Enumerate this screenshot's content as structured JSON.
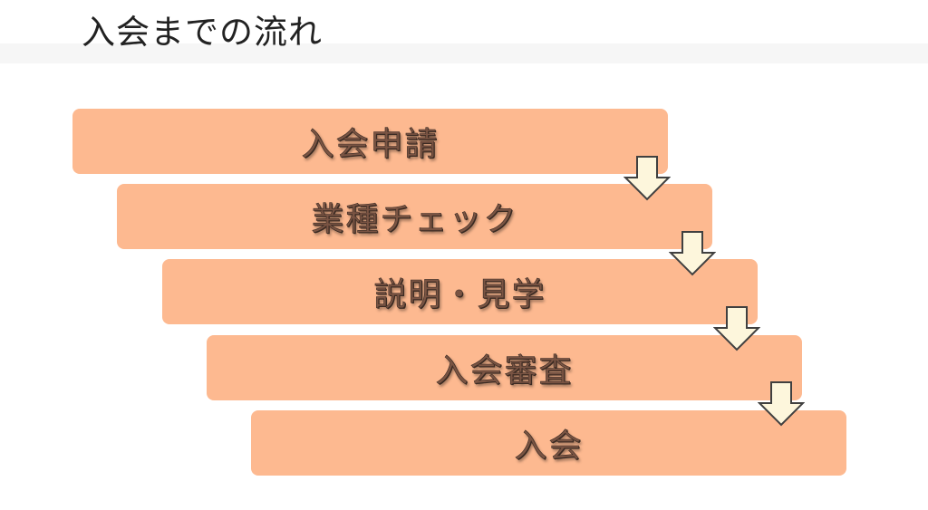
{
  "slide": {
    "title": "入会までの流れ",
    "colors": {
      "box_fill": "#fdb990",
      "box_text": "#7a5443",
      "arrow_fill": "#fdf6dc",
      "arrow_stroke": "#404040",
      "title_band": "#f6f6f6"
    }
  },
  "flow": {
    "steps": [
      {
        "label": "入会申請"
      },
      {
        "label": "業種チェック"
      },
      {
        "label": "説明・見学"
      },
      {
        "label": "入会審査"
      },
      {
        "label": "入会"
      }
    ],
    "arrows": [
      {
        "icon": "down-arrow-icon"
      },
      {
        "icon": "down-arrow-icon"
      },
      {
        "icon": "down-arrow-icon"
      },
      {
        "icon": "down-arrow-icon"
      }
    ]
  }
}
